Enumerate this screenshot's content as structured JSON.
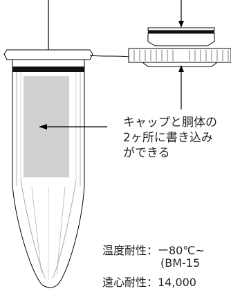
{
  "callout": {
    "lines": [
      "キャップと胴体の",
      "2ヶ所に書き込み",
      "ができる"
    ]
  },
  "specs": {
    "temperature_line": "温度耐性：ー80℃~",
    "temperature_note": "(BM-15",
    "centrifuge_line": "遠心耐性：14,000"
  }
}
